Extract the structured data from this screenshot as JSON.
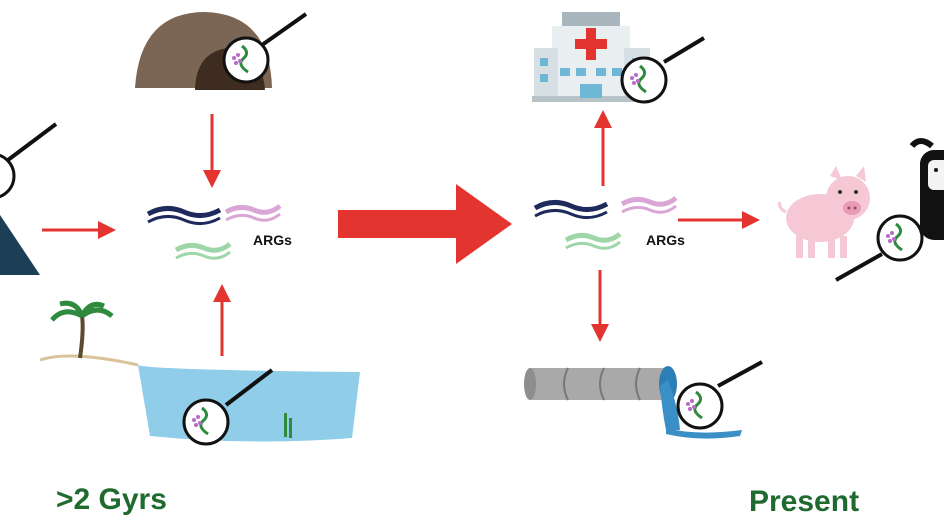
{
  "labels": {
    "args_left": "ARGs",
    "args_right": "ARGs",
    "era_past": ">2 Gyrs",
    "era_present": "Present"
  },
  "icons": {
    "past": [
      "cave-icon",
      "mountain-icon",
      "lake-icon",
      "palm-tree-icon"
    ],
    "present": [
      "hospital-icon",
      "pig-icon",
      "cow-icon",
      "sewage-pipe-icon"
    ],
    "probe": "magnifier-icon"
  },
  "colors": {
    "arrow": "#e3342f",
    "era_text": "#1f6b2f",
    "gene_navy": "#1f2a5c",
    "gene_pink": "#d9a6d6",
    "gene_green": "#9fd6a8",
    "water": "#8fcde8"
  }
}
